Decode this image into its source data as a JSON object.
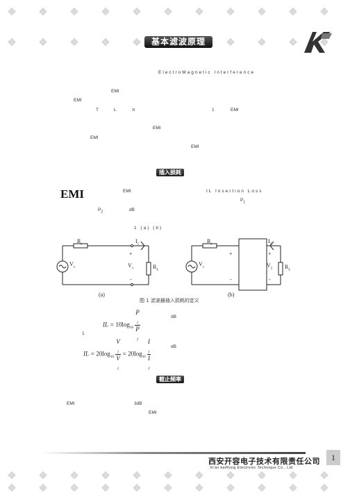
{
  "header": {
    "badge_title": "基本滤波原理",
    "logo_mark": "K"
  },
  "intro": {
    "term_en": "ElectroMagnetic Interference",
    "line1": "EMI",
    "line2": "EMI",
    "line3_a": "T",
    "line3_b": "L",
    "line3_c": "π",
    "line3_d": "1",
    "line3_e": "EMI",
    "line4": "EMI",
    "line5": "EMI",
    "line6": "EMI"
  },
  "section_insertion": {
    "badge": "插入损耗",
    "big_label": "EMI",
    "line1_a": "EMI",
    "line1_b": "IL   Insertion Loss",
    "line1_c": "P",
    "line1_c_sub": "1",
    "line2_a": "P",
    "line2_a_sub": "2",
    "line2_b": "dB",
    "line3": "1 (a)  (b)"
  },
  "figure": {
    "left": {
      "rs": "R",
      "rs_sub": "s",
      "i1": "I",
      "i1_sub": "1",
      "vs": "V",
      "vs_sub": "s",
      "v1": "V",
      "v1_sub": "1",
      "rl": "R",
      "rl_sub": "L",
      "plus": "+",
      "minus": "-",
      "label": "(a)"
    },
    "right": {
      "rs": "R",
      "rs_sub": "s",
      "i2": "I",
      "i2_sub": "2",
      "vs": "V",
      "vs_sub": "s",
      "v2": "V",
      "v2_sub": "2",
      "rl": "R",
      "rl_sub": "L",
      "plus": "+",
      "minus": "-",
      "label": "(b)"
    },
    "caption": "图 1   滤波器插入损耗的定义"
  },
  "formulas": {
    "f1_lhs": "IL",
    "f1_coef": "10log",
    "f1_base": "10",
    "f1_num": "P",
    "f1_num_sub": "1",
    "f1_den": "P",
    "f1_den_sub": "2",
    "f1_unit": "dB",
    "between": "1",
    "f2_lhs": "IL",
    "f2_coef": "20log",
    "f2_base": "10",
    "f2_num": "V",
    "f2_num_sub": "1",
    "f2_den": "V",
    "f2_den_sub": "2",
    "f2_coef2": "20log",
    "f2_base2": "10",
    "f2_num2": "I",
    "f2_num2_sub": "1",
    "f2_den2": "I",
    "f2_den2_sub": "2",
    "f2_unit": "dB"
  },
  "section_cutoff": {
    "badge": "截止频率",
    "line1_a": "EMI",
    "line1_b": "3dB",
    "line2": "EMI"
  },
  "footer": {
    "company_cn": "西安开容电子技术有限责任公司",
    "company_en": "Xi'an kaiRong Electronic Technique Co., Ltd",
    "page_number": "1"
  },
  "colors": {
    "badge_dark": "#1a1a1a",
    "footer_bar": "#555555",
    "watermark": "#d8d8d8"
  }
}
